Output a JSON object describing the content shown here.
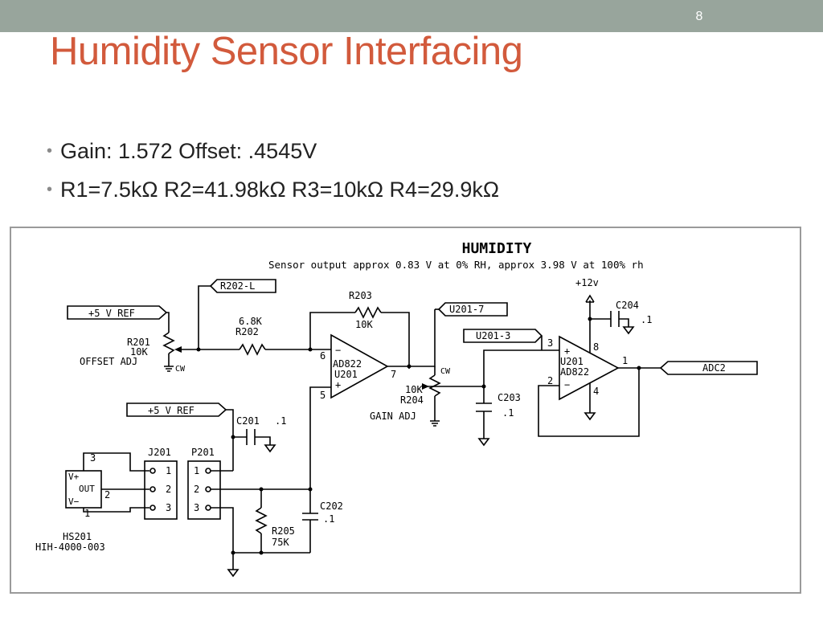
{
  "slide": {
    "number": "8",
    "title": "Humidity Sensor Interfacing",
    "bullets": [
      "Gain: 1.572 Offset: .4545V",
      "R1=7.5kΩ R2=41.98kΩ R3=10kΩ R4=29.9kΩ"
    ]
  },
  "schematic": {
    "title": "HUMIDITY",
    "subtitle": "Sensor output approx 0.83 V at 0% RH, approx 3.98 V at 100% rh",
    "ports": {
      "ref5v_top": "+5 V REF",
      "ref5v_bottom": "+5 V REF",
      "r202l": "R202-L",
      "u201_7": "U201-7",
      "u201_3": "U201-3",
      "adc2": "ADC2"
    },
    "labels": {
      "r201_name": "R201",
      "r201_val": "10K",
      "offset_adj": "OFFSET ADJ",
      "cw1": "CW",
      "r202_val": "6.8K",
      "r202_name": "R202",
      "r203_name": "R203",
      "r203_val": "10K",
      "amp1_pin_minus": "6",
      "amp1_pin_plus": "5",
      "amp1_pin_out": "7",
      "amp1_minus_sign": "−",
      "amp1_plus_sign": "+",
      "amp1_part": "AD822",
      "amp1_ref": "U201",
      "r204_val": "10K",
      "r204_name": "R204",
      "gain_adj": "GAIN ADJ",
      "cw2": "CW",
      "c203_name": "C203",
      "c203_val": ".1",
      "supply": "+12v",
      "c204_name": "C204",
      "c204_val": ".1",
      "amp2_pin_plus": "3",
      "amp2_pin_minus": "2",
      "amp2_pin_vplus": "8",
      "amp2_pin_gnd": "4",
      "amp2_pin_out": "1",
      "amp2_plus_sign": "+",
      "amp2_minus_sign": "−",
      "amp2_ref": "U201",
      "amp2_part": "AD822",
      "c201_name": "C201",
      "c201_val": ".1",
      "j201": "J201",
      "p201": "P201",
      "j_pin1": "1",
      "j_pin2": "2",
      "j_pin3": "3",
      "p_pin1": "1",
      "p_pin2": "2",
      "p_pin3": "3",
      "hs_vplus": "V+",
      "hs_out": "OUT",
      "hs_vminus": "V−",
      "hs_pin3": "3",
      "hs_pin2": "2",
      "hs_pin1": "1",
      "hs_name": "HS201",
      "hs_part": "HIH-4000-003",
      "c202_name": "C202",
      "c202_val": ".1",
      "r205_name": "R205",
      "r205_val": "75K"
    }
  }
}
